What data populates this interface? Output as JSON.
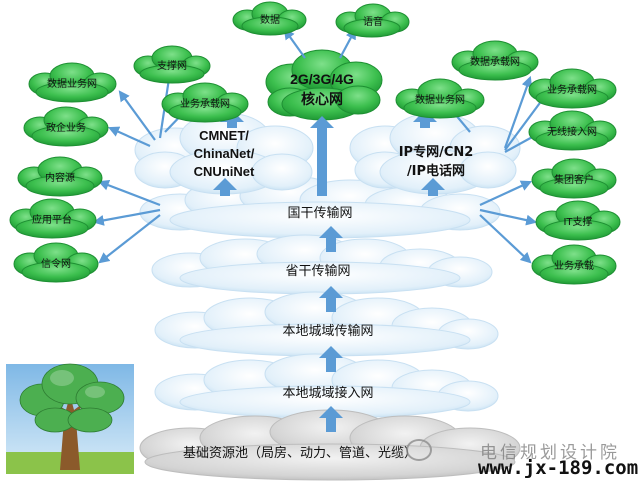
{
  "layers": {
    "national": "国干传输网",
    "provincial": "省干传输网",
    "local_transport": "本地城域传输网",
    "local_access": "本地城域接入网",
    "resource_pool": "基础资源池（局房、动力、管道、光缆）"
  },
  "core": {
    "line1": "2G/3G/4G",
    "line2": "核心网",
    "leaf_data": "数据",
    "leaf_voice": "语音"
  },
  "left_cloud": {
    "line1": "CMNET/",
    "line2": "ChinaNet/",
    "line3": "CNUniNet",
    "leaf_data_service": "数据业务网",
    "leaf_support": "支撑网",
    "leaf_gov": "政企业务",
    "leaf_bearer": "业务承载网"
  },
  "right_cloud": {
    "line1": "IP专网/CN2",
    "line2": "/IP电话网",
    "leaf_data_bearer": "数据承载网",
    "leaf_data_service": "数据业务网",
    "leaf_service_bearer": "业务承载网",
    "leaf_wireless": "无线接入网"
  },
  "left_side": {
    "content": "内容源",
    "app_platform": "应用平台",
    "signaling": "信令网"
  },
  "right_side": {
    "group_customer": "集团客户",
    "it_support": "IT支撑",
    "service_bearer": "业务承载"
  },
  "watermark": {
    "line1": "电信规划设计院",
    "line2": "www.jx-189.com"
  },
  "colors": {
    "green_cloud": "#39b54a",
    "blue_cloud": "#d6ebf7",
    "arrow_blue": "#5b9bd5",
    "grey_cloud": "#cfcfcf"
  }
}
